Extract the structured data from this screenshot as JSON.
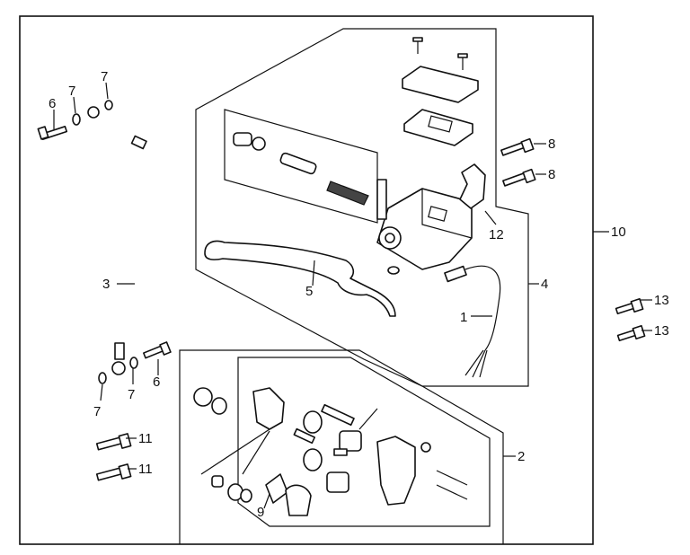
{
  "callouts": [
    {
      "id": "c1",
      "label": "1"
    },
    {
      "id": "c2",
      "label": "2"
    },
    {
      "id": "c3",
      "label": "3"
    },
    {
      "id": "c4",
      "label": "4"
    },
    {
      "id": "c5",
      "label": "5"
    },
    {
      "id": "c6a",
      "label": "6"
    },
    {
      "id": "c6b",
      "label": "6"
    },
    {
      "id": "c7a",
      "label": "7"
    },
    {
      "id": "c7b",
      "label": "7"
    },
    {
      "id": "c7c",
      "label": "7"
    },
    {
      "id": "c7d",
      "label": "7"
    },
    {
      "id": "c8a",
      "label": "8"
    },
    {
      "id": "c8b",
      "label": "8"
    },
    {
      "id": "c9",
      "label": "9"
    },
    {
      "id": "c10",
      "label": "10"
    },
    {
      "id": "c11a",
      "label": "11"
    },
    {
      "id": "c11b",
      "label": "11"
    },
    {
      "id": "c12",
      "label": "12"
    },
    {
      "id": "c13a",
      "label": "13"
    },
    {
      "id": "c13b",
      "label": "13"
    }
  ]
}
